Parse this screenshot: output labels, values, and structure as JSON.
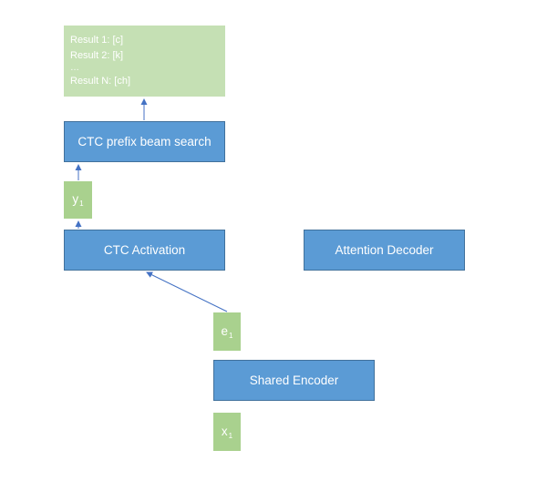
{
  "results": {
    "line1": "Result 1: [c]",
    "line2": "Result 2: [k]",
    "line3": "…",
    "line4": "Result N: [ch]"
  },
  "beam_search": {
    "label": "CTC prefix beam search"
  },
  "y_token": {
    "base": "y",
    "sub": "1"
  },
  "ctc_activation": {
    "label": "CTC Activation"
  },
  "attention_decoder": {
    "label": "Attention Decoder"
  },
  "e_token": {
    "base": "e",
    "sub": "1"
  },
  "shared_encoder": {
    "label": "Shared Encoder"
  },
  "x_token": {
    "base": "x",
    "sub": "1"
  },
  "colors": {
    "blue_box": "#5b9bd5",
    "blue_border": "#41719c",
    "green_token": "#a9d18e",
    "light_green_results": "#c5e0b4",
    "arrow": "#4472c4"
  }
}
